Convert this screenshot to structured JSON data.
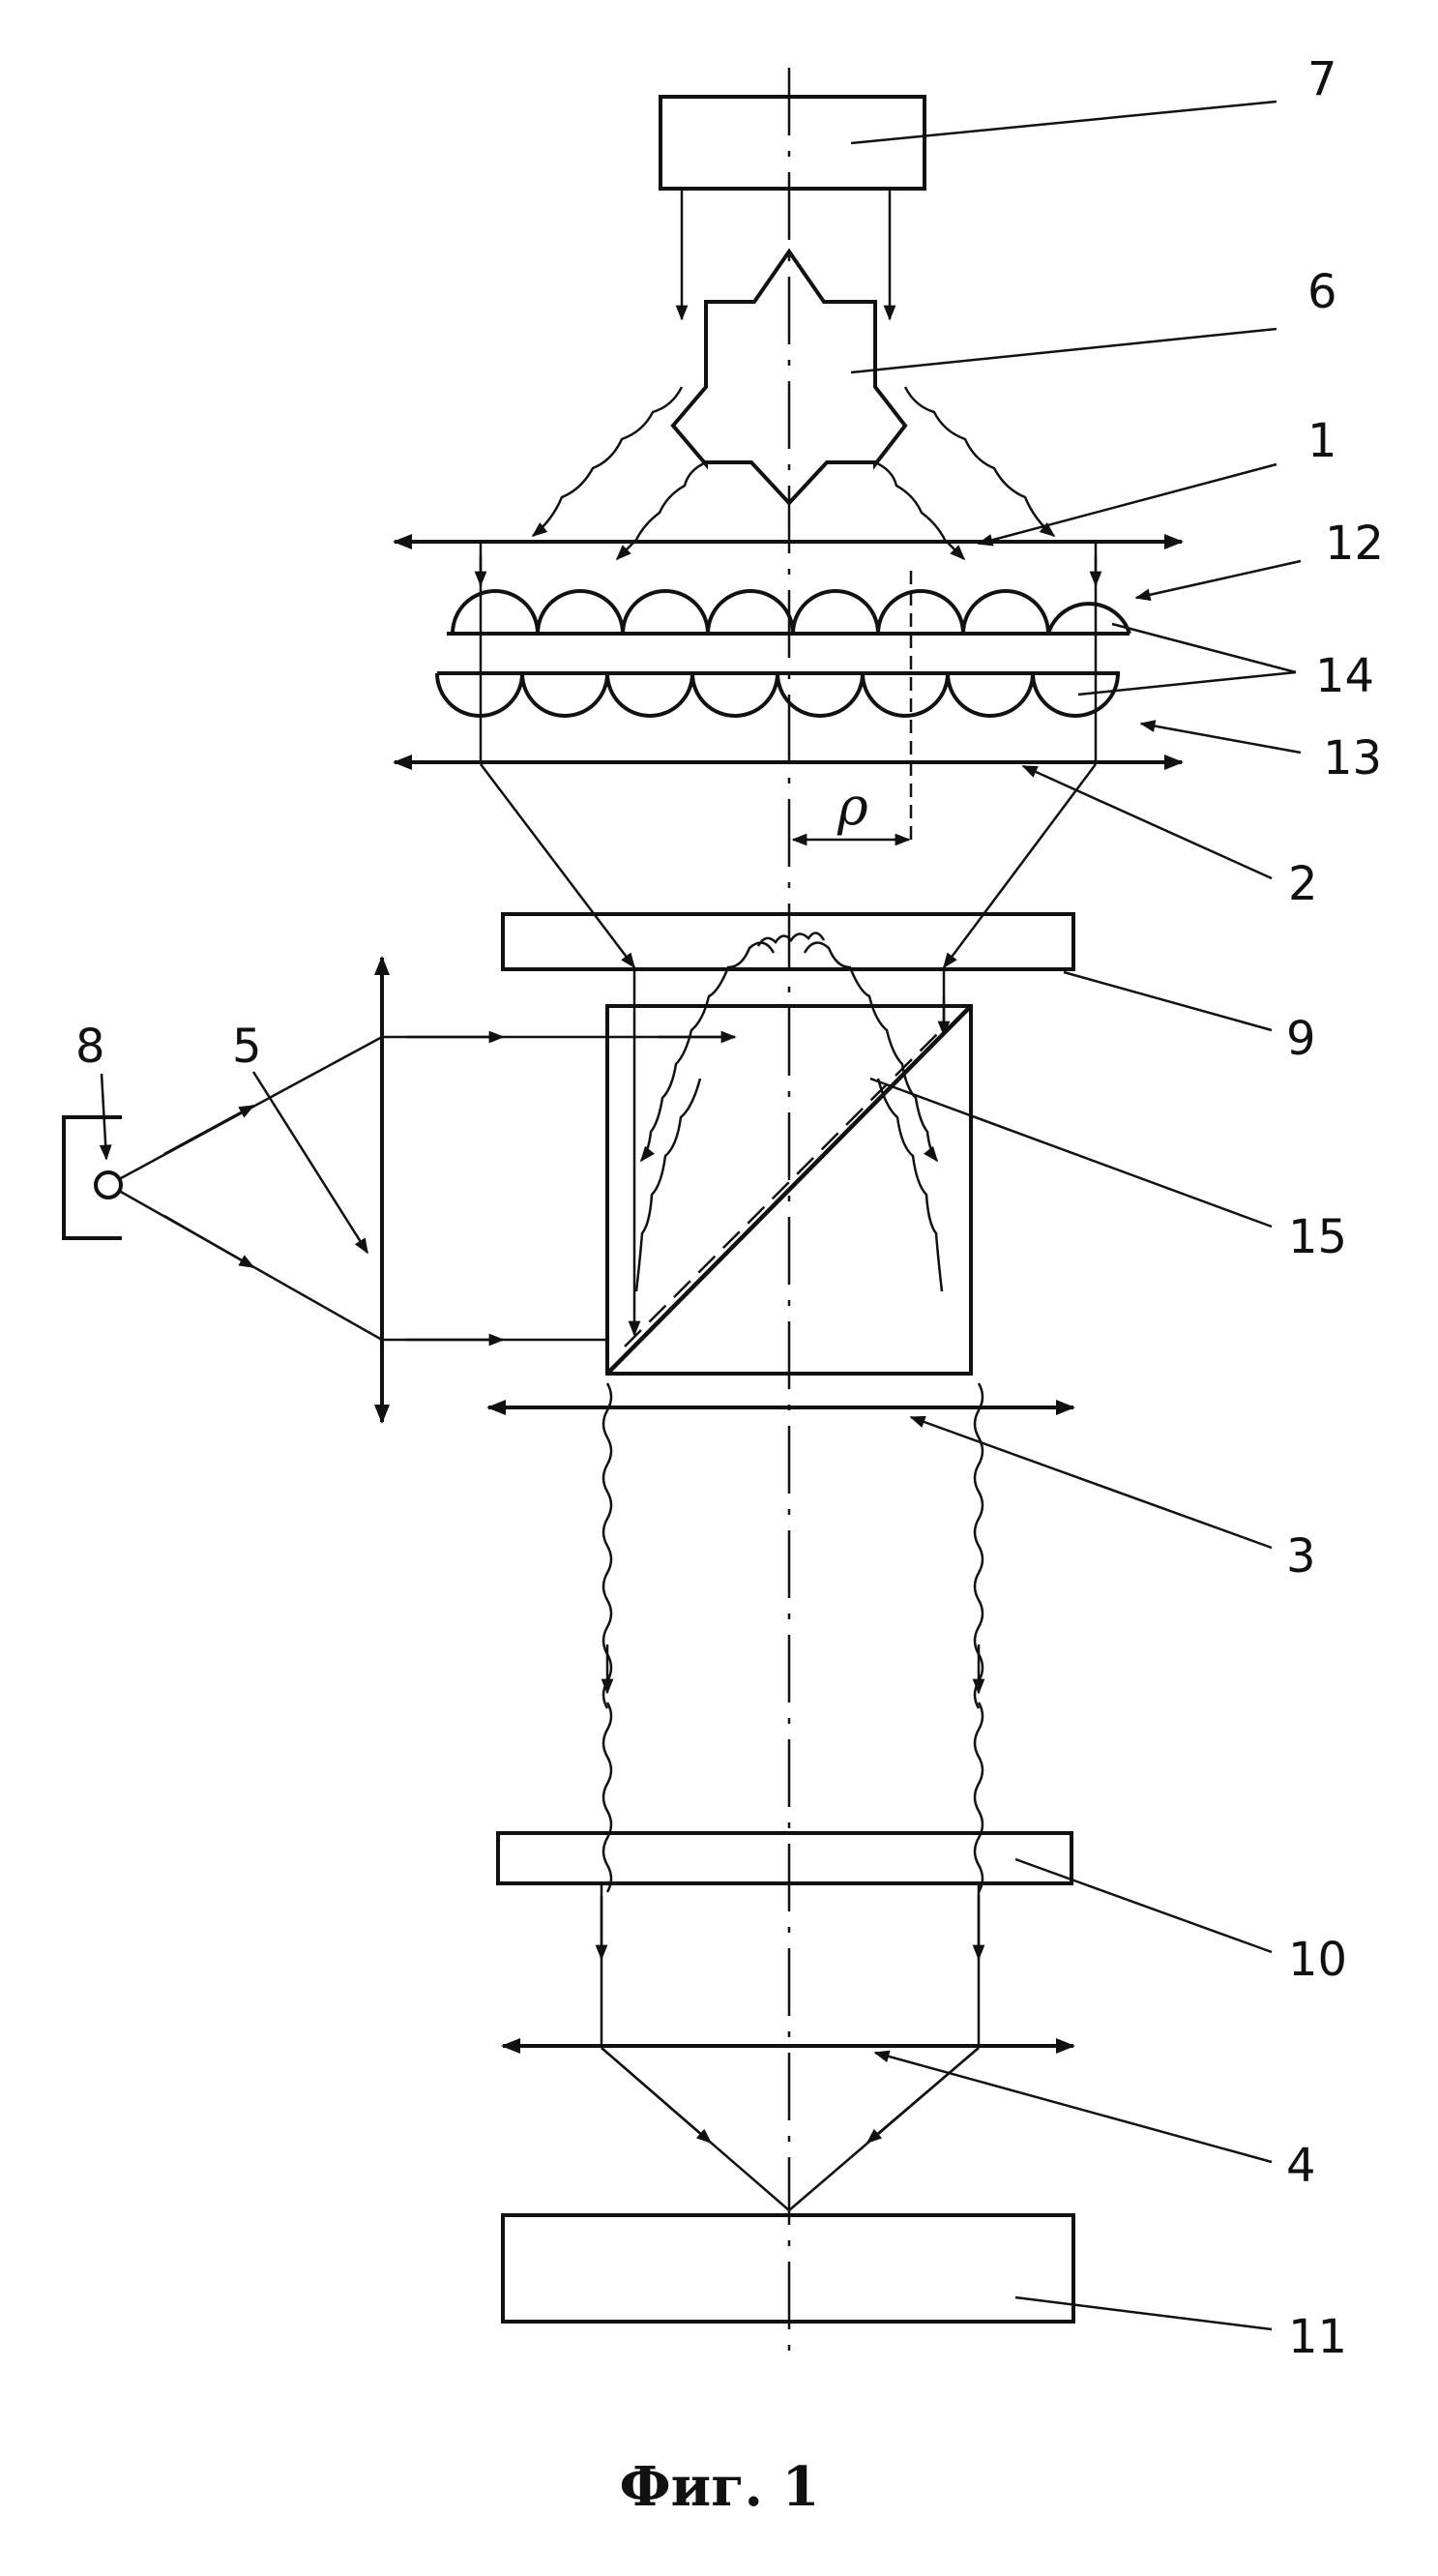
{
  "labels": {
    "n1": "1",
    "n2": "2",
    "n3": "3",
    "n4": "4",
    "n5": "5",
    "n6": "6",
    "n7": "7",
    "n8": "8",
    "n9": "9",
    "n10": "10",
    "n11": "11",
    "n12": "12",
    "n13": "13",
    "n14": "14",
    "n15": "15",
    "rho": "ρ"
  },
  "caption": "Фиг. 1"
}
